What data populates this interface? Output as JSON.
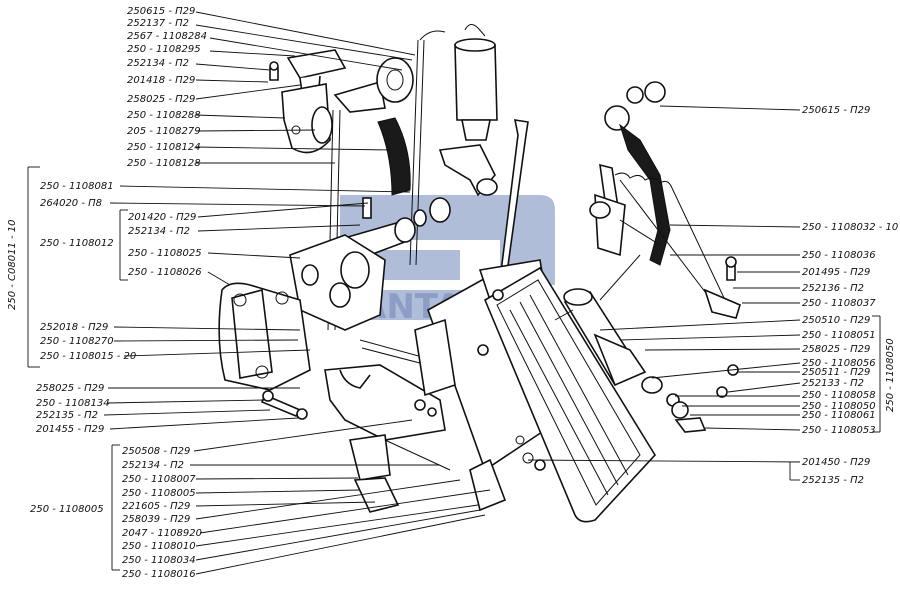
{
  "watermark": {
    "text": "ANTAL",
    "color": "#6f86b8"
  },
  "top_labels": [
    "250615 - П29",
    "252137 - П2",
    "2567 - 1108284",
    "250 - 1108295",
    "252134 - П2",
    "201418 - П29",
    "258025 - П29",
    "250 - 1108288",
    "205 - 1108279",
    "250 - 1108124",
    "250 - 1108128"
  ],
  "left_group_main": {
    "assembly": "250 - C08011 - 10",
    "labels": [
      "250 - 1108081",
      "264020 - П8",
      "250 - 1108012"
    ]
  },
  "sub_group_1108012": [
    "201420 - П29",
    "252134 - П2",
    "250 - 1108025",
    "250 - 1108026"
  ],
  "mid_left_labels": [
    "252018 - П29",
    "250 - 1108270",
    "250 - 1108015 - 20",
    "258025 - П29",
    "250 - 1108134",
    "252135 - П2",
    "201455 - П29"
  ],
  "bottom_group": {
    "assembly": "250 - 1108005",
    "labels": [
      "250508 - П29",
      "252134 - П2",
      "250 - 1108007",
      "250 - 1108005",
      "221605 - П29",
      "258039 - П29",
      "2047 - 1108920",
      "250 - 1108010",
      "250 - 1108034",
      "250 - 1108016"
    ]
  },
  "right_top_labels": [
    "250615 - П29",
    "250 - 1108032 - 10",
    "250 - 1108036",
    "201495 - П29",
    "252136 - П2",
    "250 - 1108037"
  ],
  "right_group": {
    "assembly": "250 - 1108050",
    "labels": [
      "250510 - П29",
      "250 - 1108051",
      "258025 - П29",
      "250 - 1108056",
      "250511 - П29",
      "252133 - П2",
      "250 - 1108058",
      "250 - 1108050",
      "250 - 1108061",
      "250 - 1108053"
    ]
  },
  "bottom_right_labels": [
    "201450 - П29",
    "252135 - П2"
  ]
}
